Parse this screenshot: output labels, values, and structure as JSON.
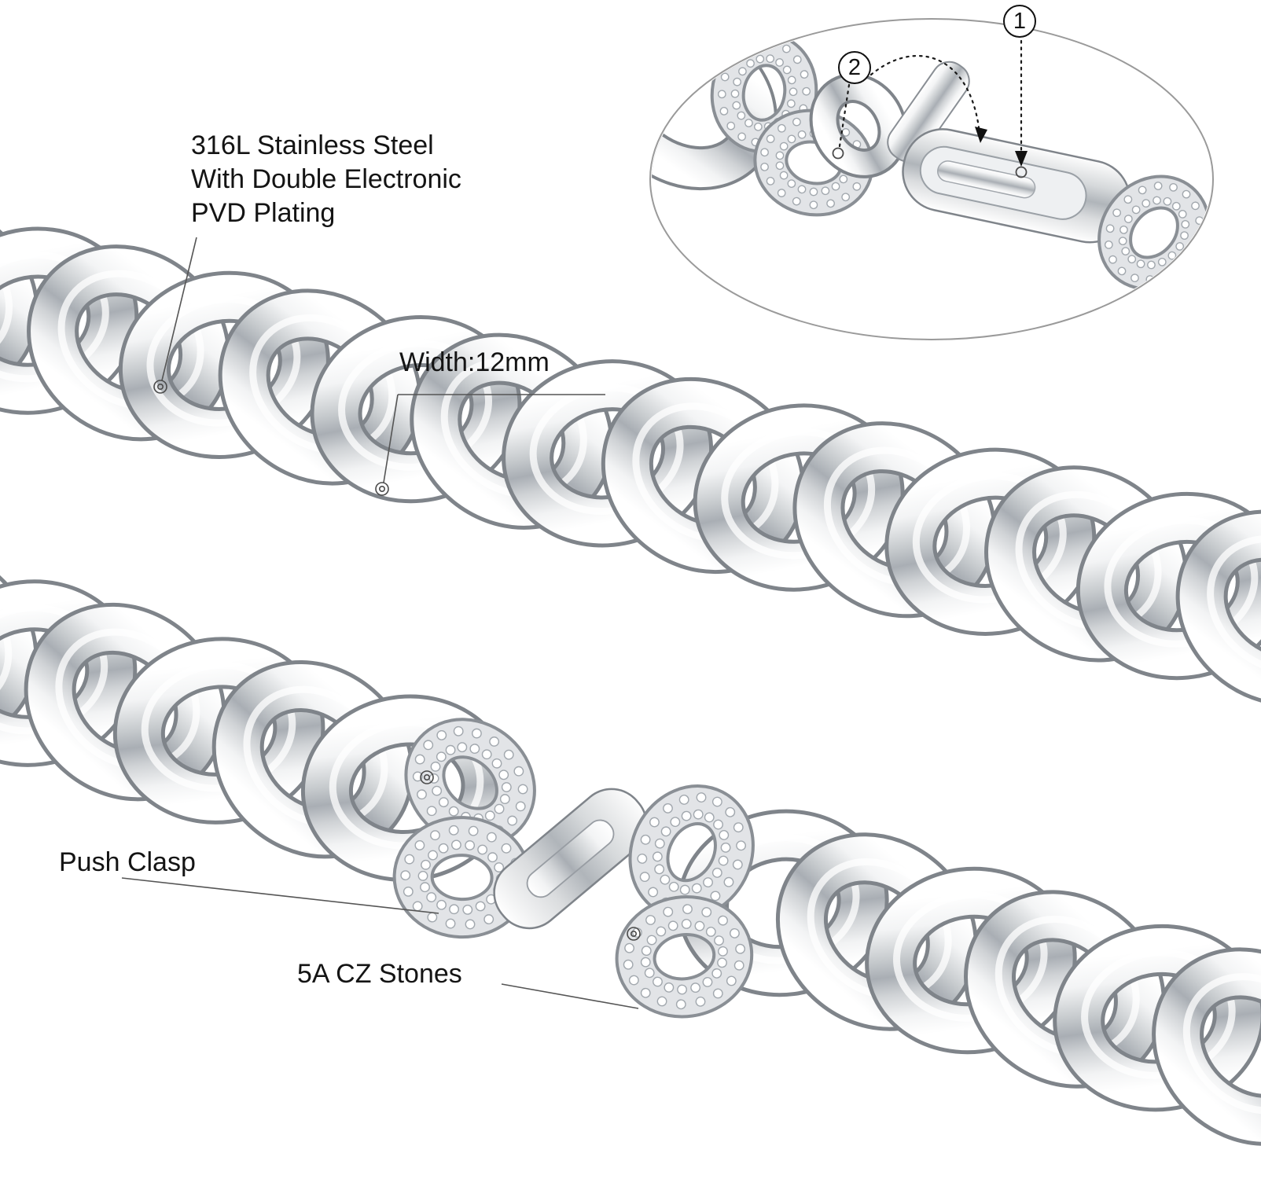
{
  "annotations": {
    "material": "316L Stainless Steel\nWith Double Electronic\nPVD Plating",
    "width": "Width:12mm",
    "push_clasp": "Push Clasp",
    "cz_stones": "5A CZ Stones"
  },
  "callouts": {
    "one": "1",
    "two": "2"
  },
  "colors": {
    "background": "#ffffff",
    "text": "#141414",
    "leader_line": "#555555",
    "dotted_line": "#1a1a1a",
    "metal_light": "#ffffff",
    "metal_mid": "#c6cacd",
    "metal_dark": "#7f848a",
    "pave_base": "#e2e4e7",
    "stone_edge": "#a2a8ae"
  }
}
